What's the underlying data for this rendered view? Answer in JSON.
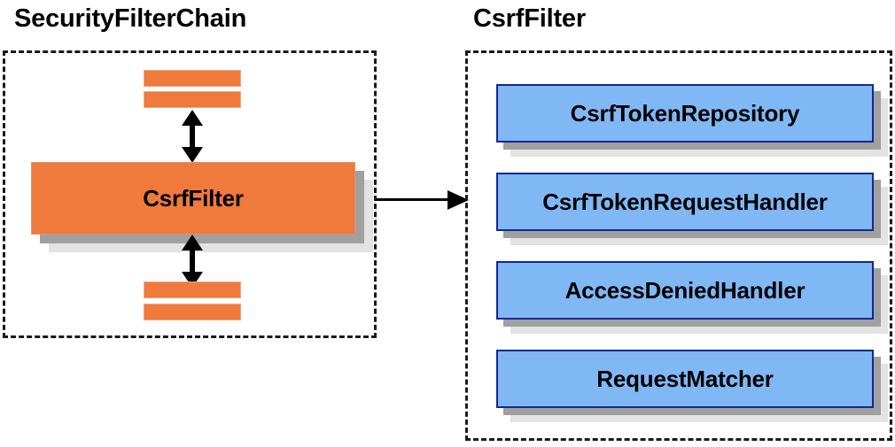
{
  "diagram": {
    "title_left": "SecurityFilterChain",
    "title_right": "CsrfFilter",
    "colors": {
      "orange_fill": "#F0793C",
      "orange_border": "#E8906B",
      "blue_fill": "#80B8F5",
      "blue_border": "#15288E",
      "shadow_dark": "#A0A0A0",
      "shadow_light": "#E3E3E3",
      "group_border": "#1A1A1A",
      "arrow": "#000000",
      "background": "#FFFFFF"
    }
  },
  "left_panel": {
    "title": "SecurityFilterChain",
    "filter_node": {
      "label": "CsrfFilter"
    },
    "bars_above": [
      {
        "name": "filter-bar-top-1"
      },
      {
        "name": "filter-bar-top-2"
      }
    ],
    "bars_below": [
      {
        "name": "filter-bar-bottom-1"
      },
      {
        "name": "filter-bar-bottom-2"
      }
    ],
    "arrow_up": {
      "name": "bidirectional-arrow-upper"
    },
    "arrow_down": {
      "name": "bidirectional-arrow-lower"
    }
  },
  "connector": {
    "name": "csrf-filter-expansion-arrow",
    "direction": "left-to-right"
  },
  "right_panel": {
    "title": "CsrfFilter",
    "components": [
      {
        "label": "CsrfTokenRepository"
      },
      {
        "label": "CsrfTokenRequestHandler"
      },
      {
        "label": "AccessDeniedHandler"
      },
      {
        "label": "RequestMatcher"
      }
    ]
  }
}
